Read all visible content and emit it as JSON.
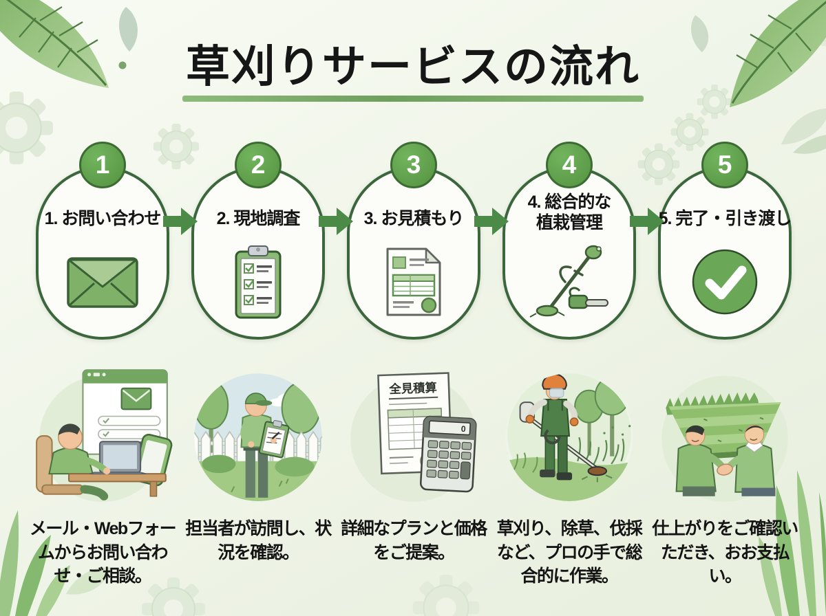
{
  "title": "草刈りサービスの流れ",
  "steps": [
    {
      "number": "1",
      "label_lines": [
        "1. お問い合わせ"
      ],
      "icon": "envelope-icon",
      "illustration": "person-contacting-via-laptop",
      "description": "メール・Webフォームからお問い合わせ・ご相談。"
    },
    {
      "number": "2",
      "label_lines": [
        "2. 現地調査"
      ],
      "icon": "clipboard-checklist-icon",
      "illustration": "surveyor-with-clipboard-in-garden",
      "description": "担当者が訪問し、状況を確認。"
    },
    {
      "number": "3",
      "label_lines": [
        "3. お見積もり"
      ],
      "icon": "estimate-document-icon",
      "illustration": "estimate-document-and-calculator",
      "description": "詳細なプランと価格をご提案。"
    },
    {
      "number": "4",
      "label_lines": [
        "4. 総合的な",
        "植栽管理"
      ],
      "icon": "brush-cutter-chainsaw-icon",
      "illustration": "worker-mowing-with-brush-cutter",
      "description": "草刈り、除草、伐採など、プロの手で総合的に作業。"
    },
    {
      "number": "5",
      "label_lines": [
        "5. 完了・引き渡し"
      ],
      "icon": "check-circle-icon",
      "illustration": "handshake-in-front-of-lawn",
      "description": "仕上がりをご確認いただき、おお支払い。"
    }
  ],
  "illustration_text": {
    "estimate_doc_title": "全見積算",
    "calculator_display": "0"
  },
  "colors": {
    "badge_green": "#5b9e4d",
    "oval_border_green": "#3c673c",
    "arrow_green": "#4c8a47",
    "title_underline_green": "#84b475",
    "icon_green": "#7fb169",
    "text_black": "#141414",
    "background_tint": "#eef4e8"
  }
}
